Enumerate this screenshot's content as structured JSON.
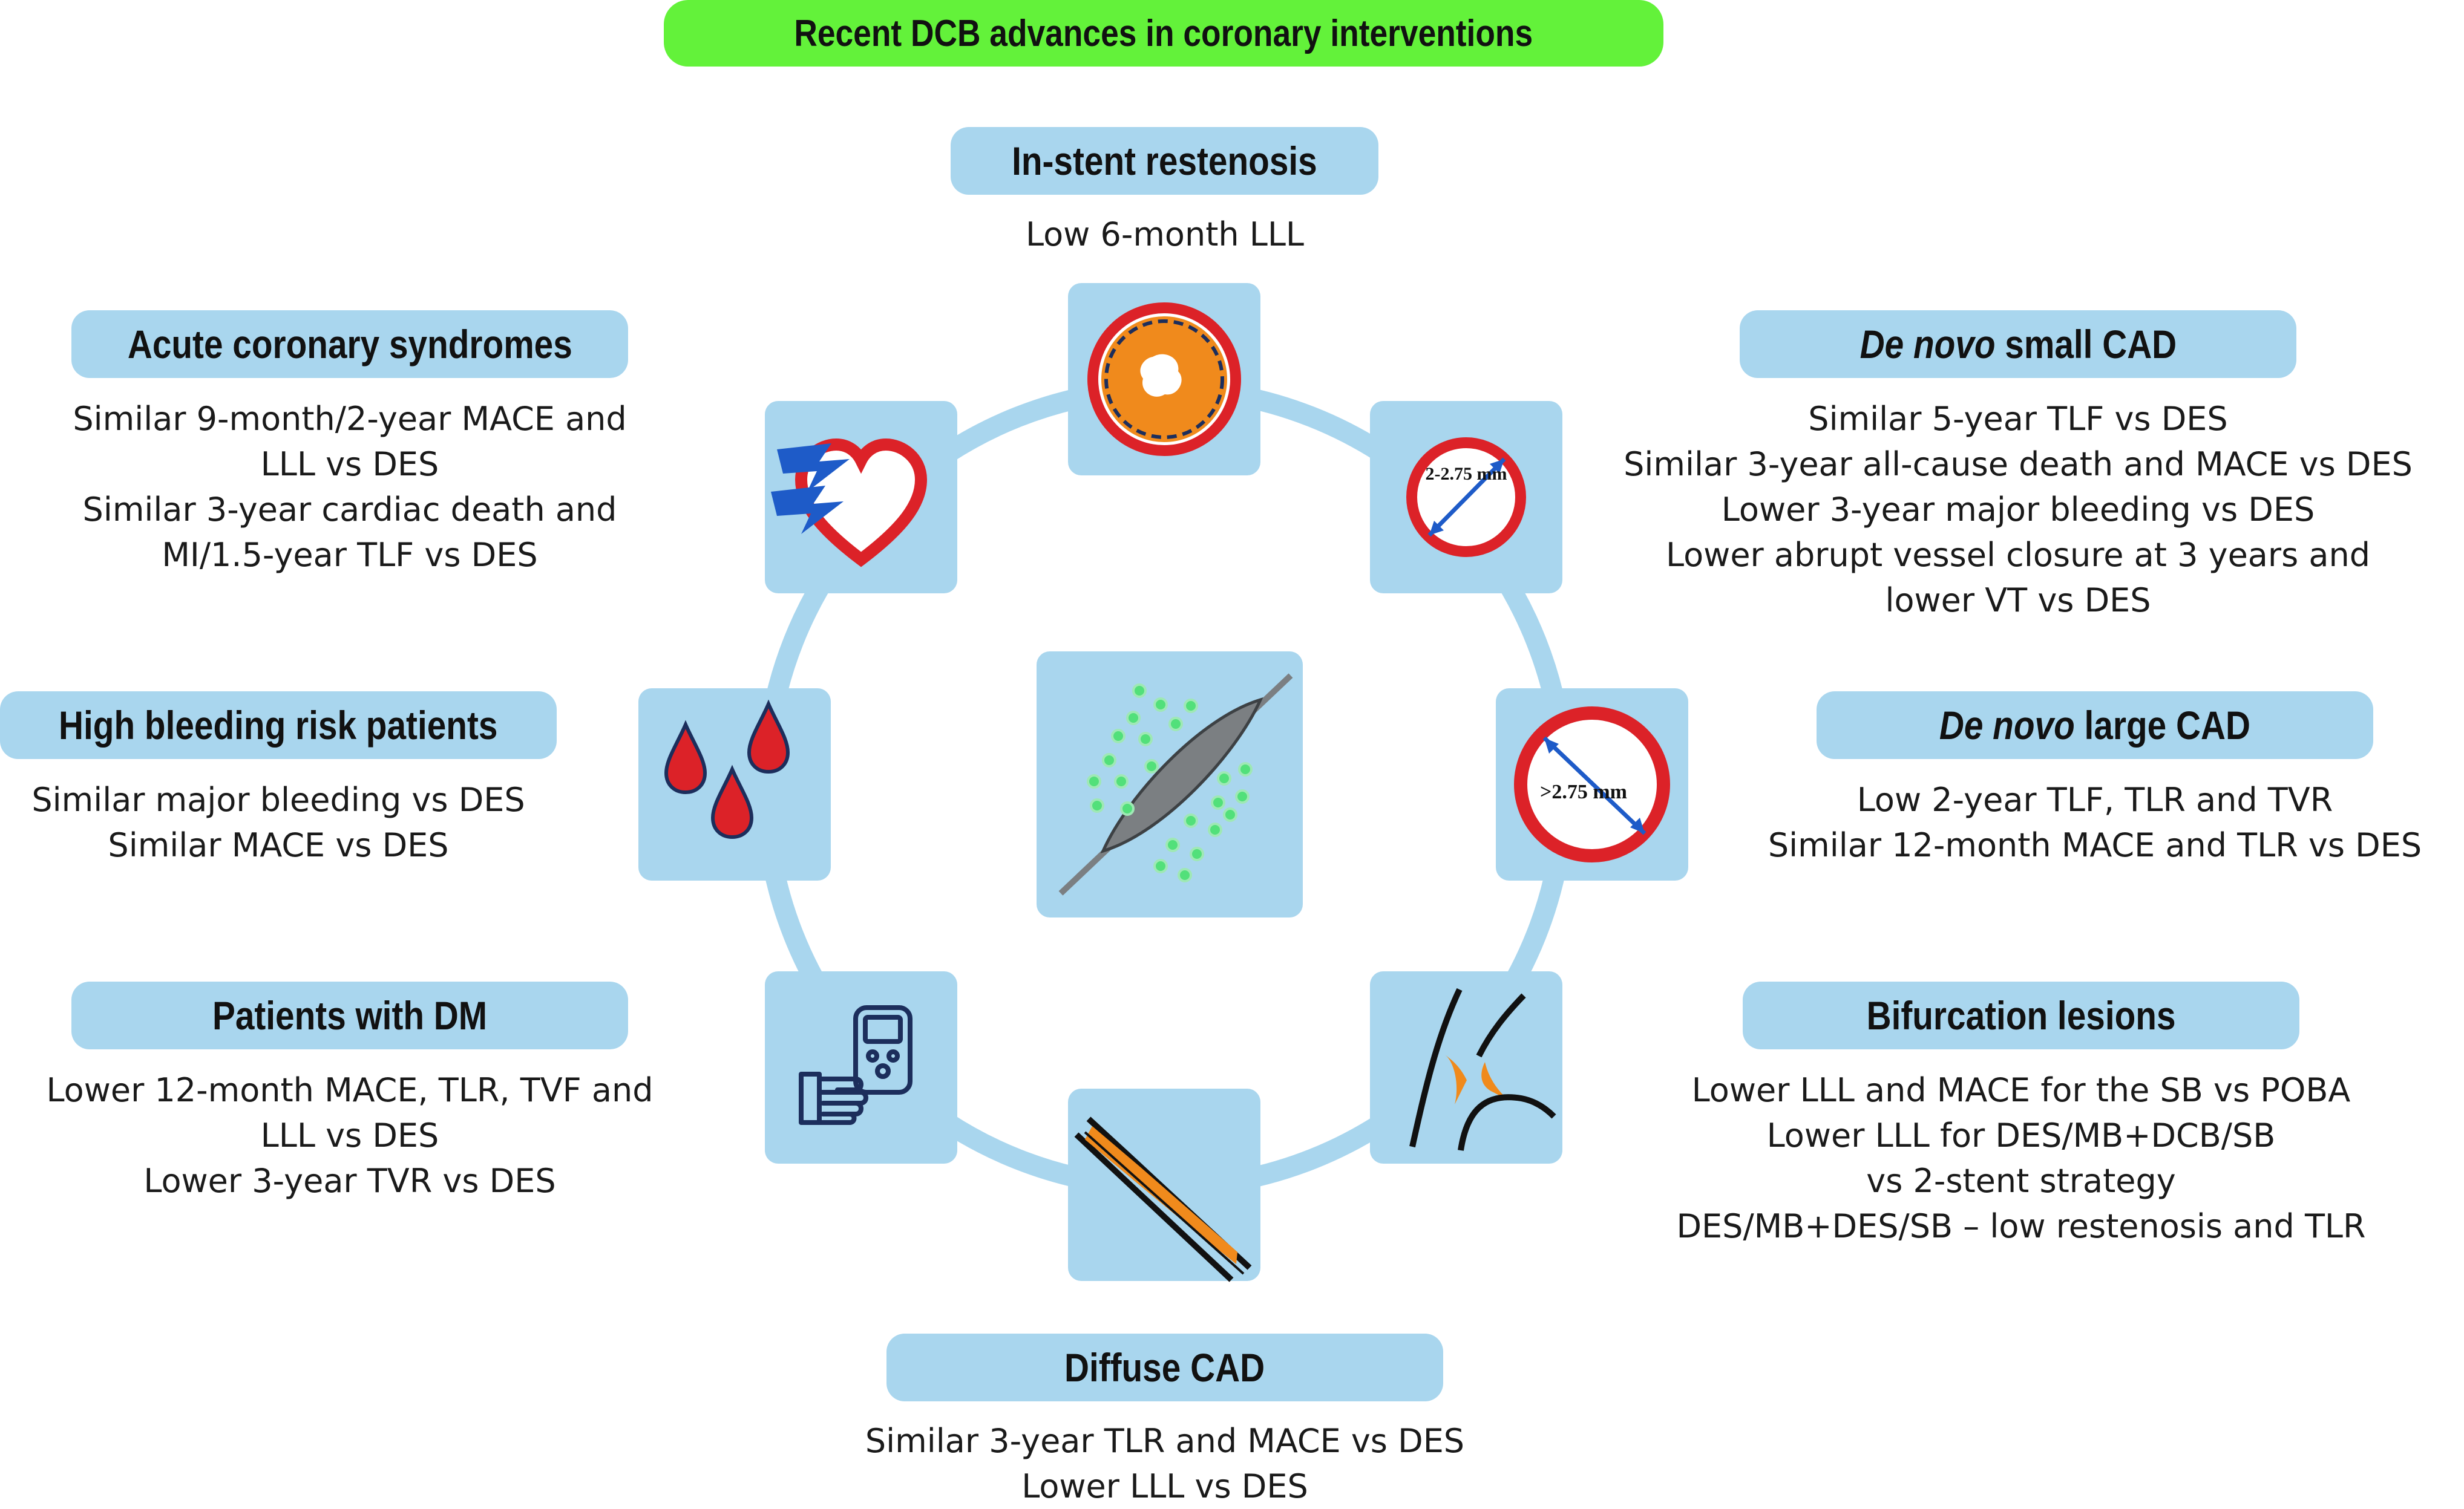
{
  "title": "Recent DCB advances in coronary interventions",
  "sections": {
    "in_stent": {
      "title": "In-stent restenosis",
      "lines": [
        "Low 6-month LLL"
      ]
    },
    "acs": {
      "title": "Acute coronary syndromes",
      "lines": [
        "Similar 9-month/2-year MACE and",
        "LLL vs DES",
        "Similar 3-year cardiac death and",
        "MI/1.5-year TLF vs DES"
      ]
    },
    "small_cad": {
      "title_italic": "De novo",
      "title_rest": " small CAD",
      "lines": [
        "Similar 5-year TLF vs DES",
        "Similar 3-year all-cause death and MACE vs DES",
        "Lower 3-year major bleeding vs DES",
        "Lower abrupt vessel closure at 3 years and",
        "lower VT vs DES"
      ]
    },
    "hbr": {
      "title": "High bleeding risk patients",
      "lines": [
        "Similar major bleeding vs DES",
        "Similar MACE vs DES"
      ]
    },
    "large_cad": {
      "title_italic": "De novo",
      "title_rest": " large CAD",
      "lines": [
        "Low 2-year TLF, TLR and TVR",
        "Similar 12-month MACE and TLR vs DES"
      ]
    },
    "dm": {
      "title": "Patients with DM",
      "lines": [
        "Lower 12-month MACE, TLR, TVF and",
        "LLL vs DES",
        "Lower 3-year TVR vs DES"
      ]
    },
    "bifurcation": {
      "title": "Bifurcation lesions",
      "lines": [
        "Lower LLL and MACE for the SB vs POBA",
        "Lower LLL for DES/MB+DCB/SB",
        "vs 2-stent strategy",
        "DES/MB+DES/SB – low restenosis and TLR"
      ]
    },
    "diffuse": {
      "title": "Diffuse CAD",
      "lines": [
        "Similar 3-year TLR and MACE vs DES",
        "Lower LLL vs DES"
      ]
    }
  },
  "icon_labels": {
    "small": "2-2.75 mm",
    "large": ">2.75 mm"
  },
  "colors": {
    "title_green": "#63f23a",
    "pill_blue": "#a9d6ee",
    "red": "#dc2228",
    "orange": "#f08a1c",
    "arrow_blue": "#1e5bc8",
    "balloon_grey": "#7b7f82",
    "drug_green": "#52e07a"
  }
}
